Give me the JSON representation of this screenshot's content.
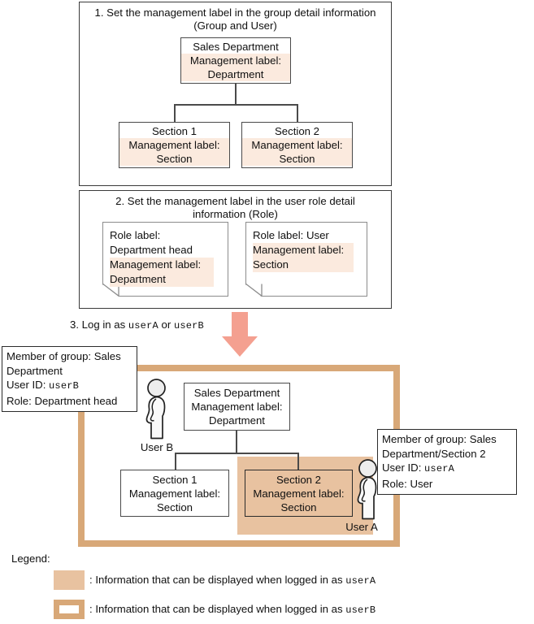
{
  "steps": [
    {
      "id": "step1",
      "title_line1": "1. Set the management label in the group detail information",
      "title_line2": "(Group and User)",
      "nodes": [
        {
          "name": "Sales Department",
          "label_key": "Management label:",
          "label_val": "Department"
        },
        {
          "name": "Section 1",
          "label_key": "Management label:",
          "label_val": "Section"
        },
        {
          "name": "Section 2",
          "label_key": "Management label:",
          "label_val": "Section"
        }
      ]
    },
    {
      "id": "step2",
      "title_line1": "2. Set the management label in the user role detail",
      "title_line2": "information (Role)",
      "cards": [
        {
          "role_line1": "Role label:",
          "role_line2": "Department head",
          "label_key": "Management label:",
          "label_val": "Department"
        },
        {
          "role_line1": "Role label: User",
          "role_line2": "",
          "label_key": "Management label:",
          "label_val": "Section"
        }
      ]
    }
  ],
  "step3": {
    "prefix": "3. Log in as ",
    "user_a": "userA",
    "conjunction": " or ",
    "user_b": "userB",
    "arrow_color": "#f4a090"
  },
  "diagram": {
    "nodes": [
      {
        "name": "Sales Department",
        "label_key": "Management label:",
        "label_val": "Department"
      },
      {
        "name": "Section 1",
        "label_key": "Management label:",
        "label_val": "Section"
      },
      {
        "name": "Section 2",
        "label_key": "Management label:",
        "label_val": "Section"
      }
    ],
    "people": [
      {
        "caption": "User B"
      },
      {
        "caption": "User A"
      }
    ],
    "callout_b": {
      "line1": "Member of group: Sales",
      "line2": "Department",
      "line3_key": "User ID: ",
      "line3_val": "userB",
      "line4": "Role: Department head"
    },
    "callout_a": {
      "line1": "Member of group: Sales",
      "line2": "Department/Section 2",
      "line3_key": "User ID: ",
      "line3_val": "userA",
      "line4": "Role: User"
    }
  },
  "legend": {
    "heading": "Legend:",
    "items": [
      {
        "swatch": "filled",
        "text_prefix": ": Information that can be displayed when logged in as ",
        "text_mono": "userA"
      },
      {
        "swatch": "outlined",
        "text_prefix": ": Information that can be displayed when logged in as ",
        "text_mono": "userB"
      }
    ]
  },
  "colors": {
    "highlight_light": "#fbeade",
    "highlight_fill": "#e8c2a0",
    "frame_border": "#d8a878",
    "arrow": "#f4a090",
    "line": "#4a4a4a"
  }
}
